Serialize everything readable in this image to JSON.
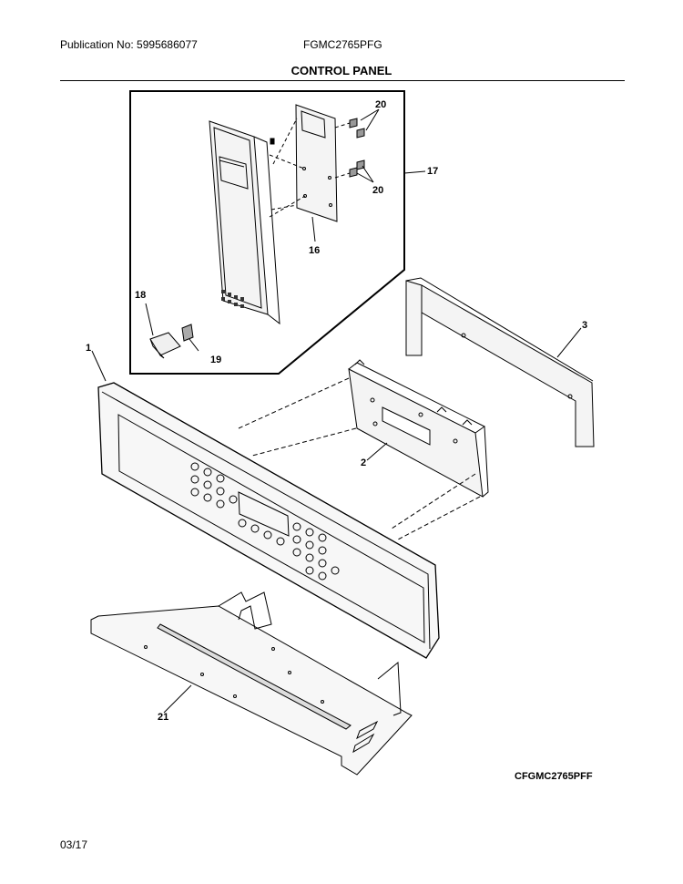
{
  "header": {
    "publication": "Publication No: 5995686077",
    "model": "FGMC2765PFG",
    "section_title": "CONTROL PANEL"
  },
  "footer": {
    "diagram_code": "CFGMC2765PFF",
    "date": "03/17"
  },
  "callouts": {
    "c1": "1",
    "c2": "2",
    "c3": "3",
    "c16": "16",
    "c17": "17",
    "c18": "18",
    "c19": "19",
    "c20a": "20",
    "c20b": "20",
    "c21": "21"
  }
}
